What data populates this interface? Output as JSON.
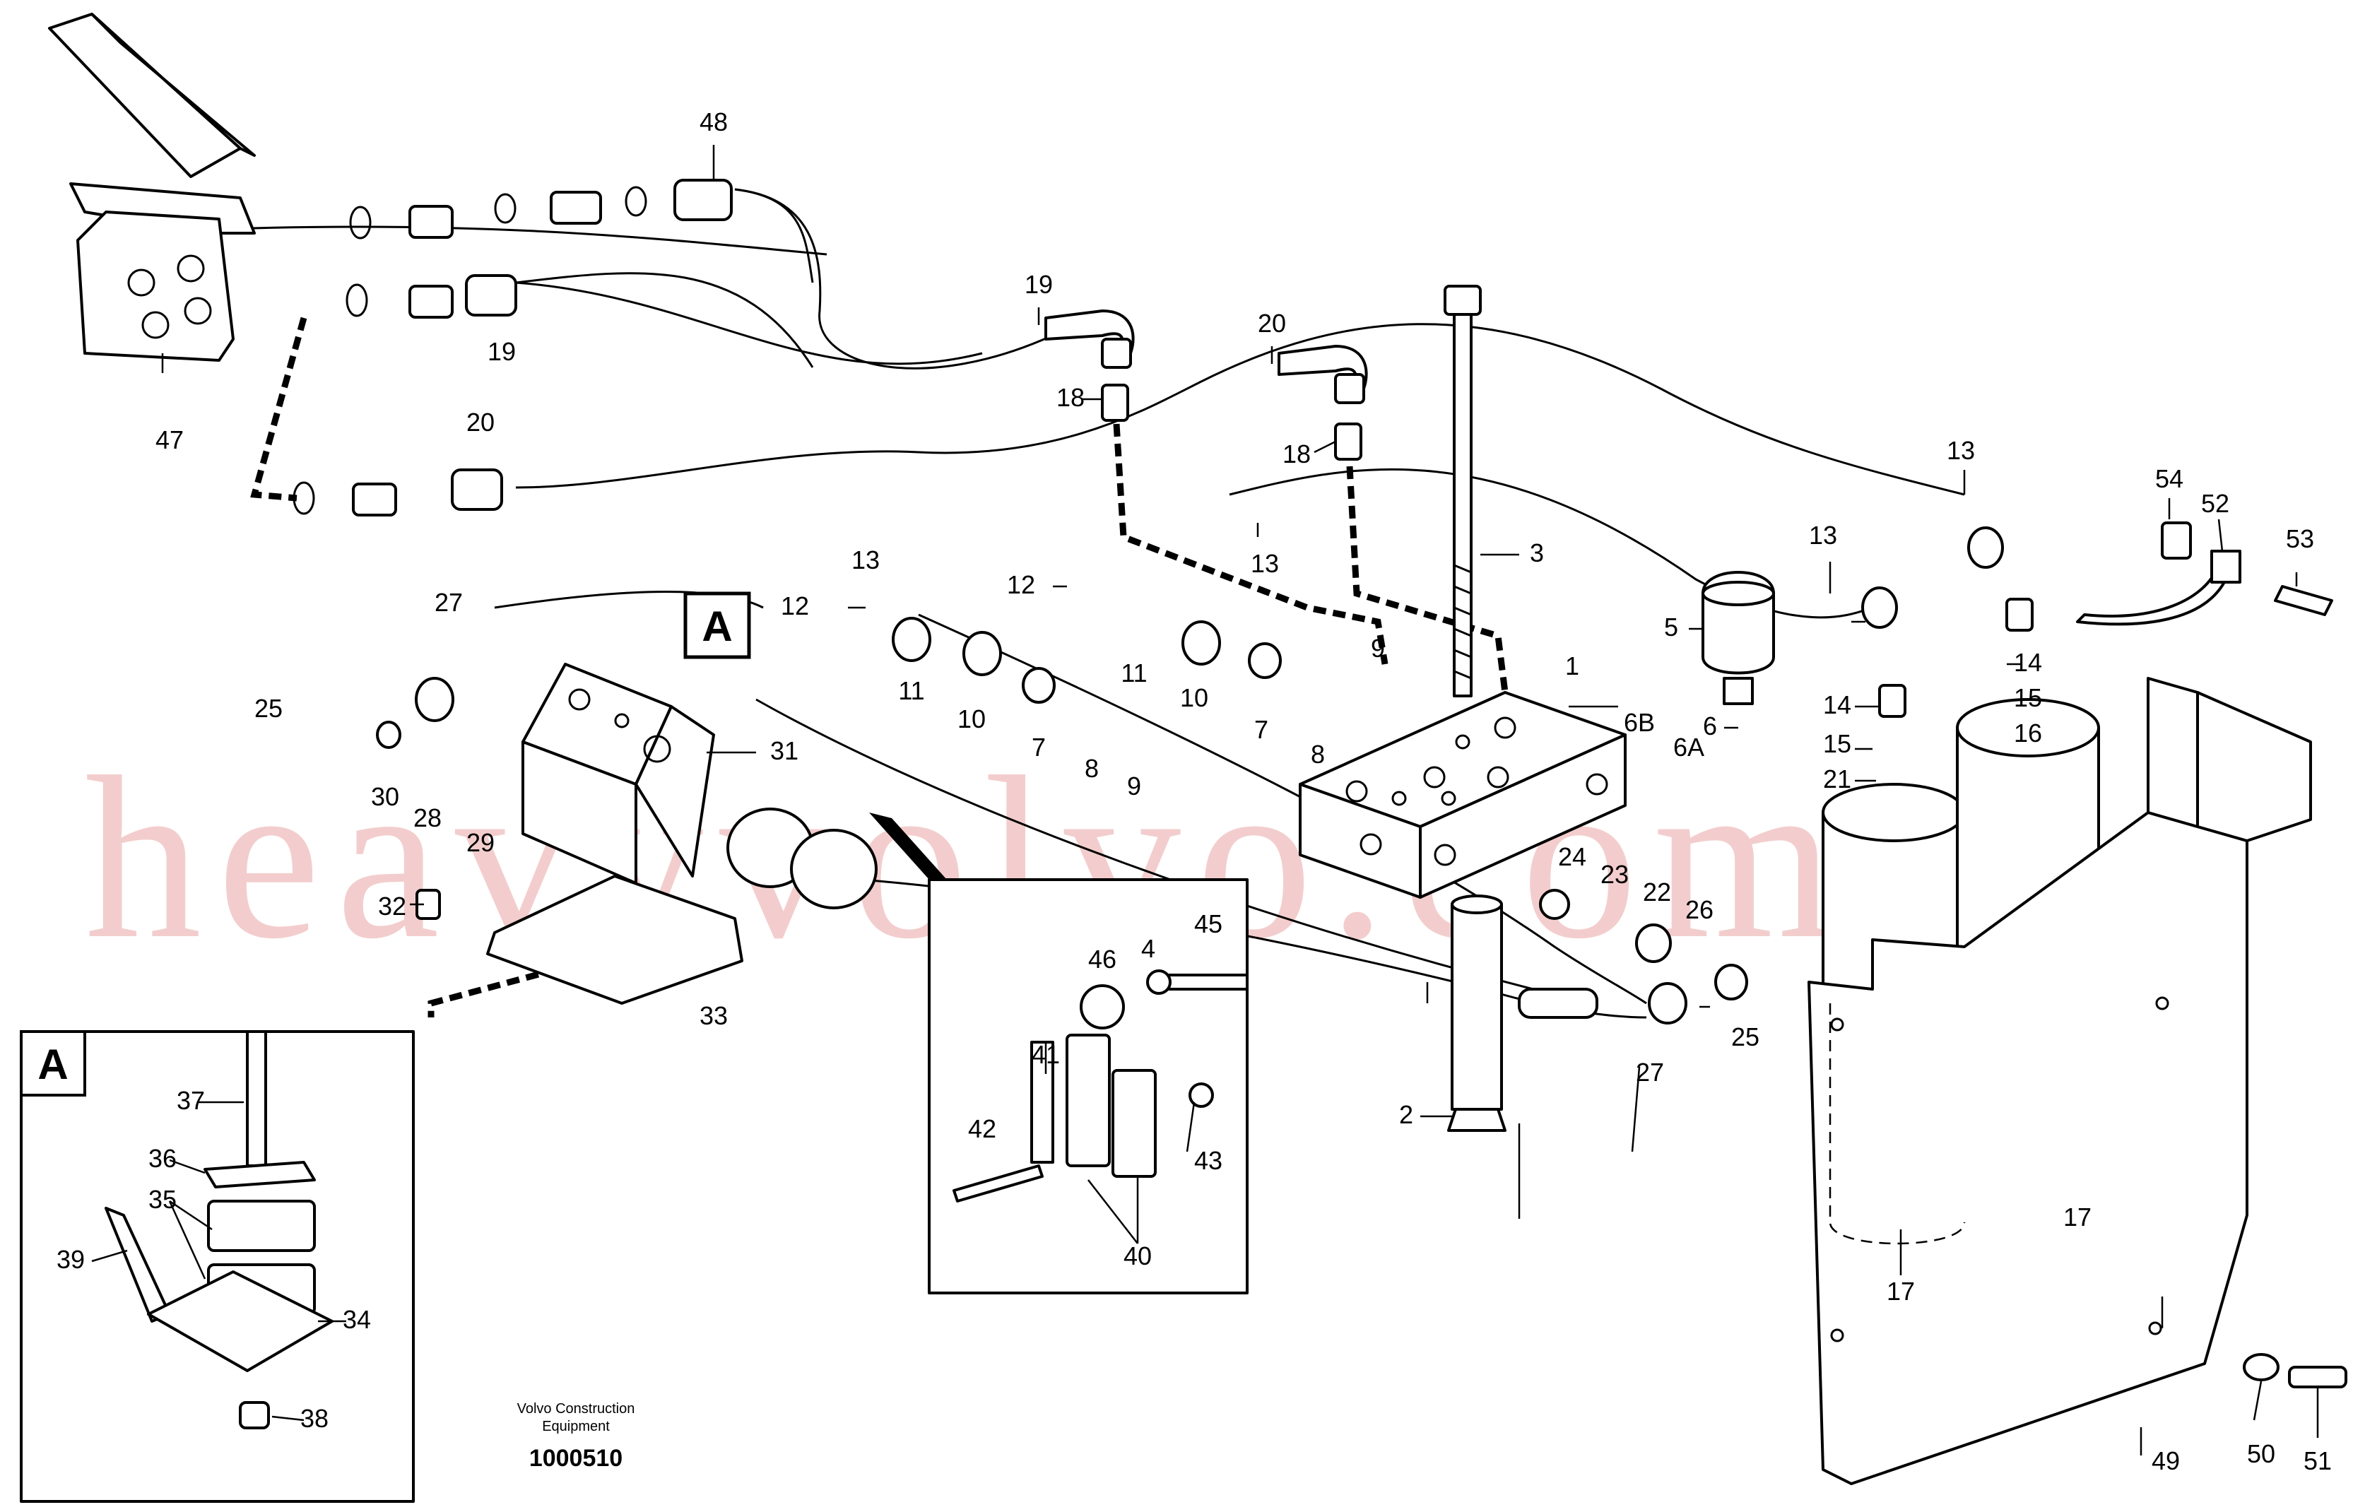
{
  "diagram": {
    "detail_letter": "A",
    "watermark": "heavyvolvo.com",
    "credit_line1": "Volvo Construction",
    "credit_line2": "Equipment",
    "drawing_number": "1000510",
    "labels": [
      {
        "id": "p48",
        "text": "48"
      },
      {
        "id": "p19a",
        "text": "19"
      },
      {
        "id": "p19b",
        "text": "19"
      },
      {
        "id": "p47",
        "text": "47"
      },
      {
        "id": "p20a",
        "text": "20"
      },
      {
        "id": "p20b",
        "text": "20"
      },
      {
        "id": "p18a",
        "text": "18"
      },
      {
        "id": "p18b",
        "text": "18"
      },
      {
        "id": "p3",
        "text": "3"
      },
      {
        "id": "p13a",
        "text": "13"
      },
      {
        "id": "p13b",
        "text": "13"
      },
      {
        "id": "p13c",
        "text": "13"
      },
      {
        "id": "p13d",
        "text": "13"
      },
      {
        "id": "p54",
        "text": "54"
      },
      {
        "id": "p52",
        "text": "52"
      },
      {
        "id": "p53",
        "text": "53"
      },
      {
        "id": "p12a",
        "text": "12"
      },
      {
        "id": "p12b",
        "text": "12"
      },
      {
        "id": "p27a",
        "text": "27"
      },
      {
        "id": "p25a",
        "text": "25"
      },
      {
        "id": "p11a",
        "text": "11"
      },
      {
        "id": "p10a",
        "text": "10"
      },
      {
        "id": "p11b",
        "text": "11"
      },
      {
        "id": "p10b",
        "text": "10"
      },
      {
        "id": "p7a",
        "text": "7"
      },
      {
        "id": "p7b",
        "text": "7"
      },
      {
        "id": "p8a",
        "text": "8"
      },
      {
        "id": "p8b",
        "text": "8"
      },
      {
        "id": "p9a",
        "text": "9"
      },
      {
        "id": "p9b",
        "text": "9"
      },
      {
        "id": "p1",
        "text": "1"
      },
      {
        "id": "p5",
        "text": "5"
      },
      {
        "id": "p6",
        "text": "6"
      },
      {
        "id": "p6b",
        "text": "6B"
      },
      {
        "id": "p6a",
        "text": "6A"
      },
      {
        "id": "p14a",
        "text": "14"
      },
      {
        "id": "p14b",
        "text": "14"
      },
      {
        "id": "p15a",
        "text": "15"
      },
      {
        "id": "p15b",
        "text": "15"
      },
      {
        "id": "p16",
        "text": "16"
      },
      {
        "id": "p21",
        "text": "21"
      },
      {
        "id": "p31",
        "text": "31"
      },
      {
        "id": "p30",
        "text": "30"
      },
      {
        "id": "p28",
        "text": "28"
      },
      {
        "id": "p29",
        "text": "29"
      },
      {
        "id": "p32",
        "text": "32"
      },
      {
        "id": "p33",
        "text": "33"
      },
      {
        "id": "p24",
        "text": "24"
      },
      {
        "id": "p23",
        "text": "23"
      },
      {
        "id": "p22",
        "text": "22"
      },
      {
        "id": "p26",
        "text": "26"
      },
      {
        "id": "p25b",
        "text": "25"
      },
      {
        "id": "p27b",
        "text": "27"
      },
      {
        "id": "p2",
        "text": "2"
      },
      {
        "id": "p46",
        "text": "46"
      },
      {
        "id": "p4",
        "text": "4"
      },
      {
        "id": "p45",
        "text": "45"
      },
      {
        "id": "p41",
        "text": "41"
      },
      {
        "id": "p42",
        "text": "42"
      },
      {
        "id": "p43",
        "text": "43"
      },
      {
        "id": "p40",
        "text": "40"
      },
      {
        "id": "p37",
        "text": "37"
      },
      {
        "id": "p36",
        "text": "36"
      },
      {
        "id": "p35",
        "text": "35"
      },
      {
        "id": "p39",
        "text": "39"
      },
      {
        "id": "p34",
        "text": "34"
      },
      {
        "id": "p38",
        "text": "38"
      },
      {
        "id": "p17a",
        "text": "17"
      },
      {
        "id": "p17b",
        "text": "17"
      },
      {
        "id": "p49",
        "text": "49"
      },
      {
        "id": "p50",
        "text": "50"
      },
      {
        "id": "p51",
        "text": "51"
      }
    ]
  }
}
